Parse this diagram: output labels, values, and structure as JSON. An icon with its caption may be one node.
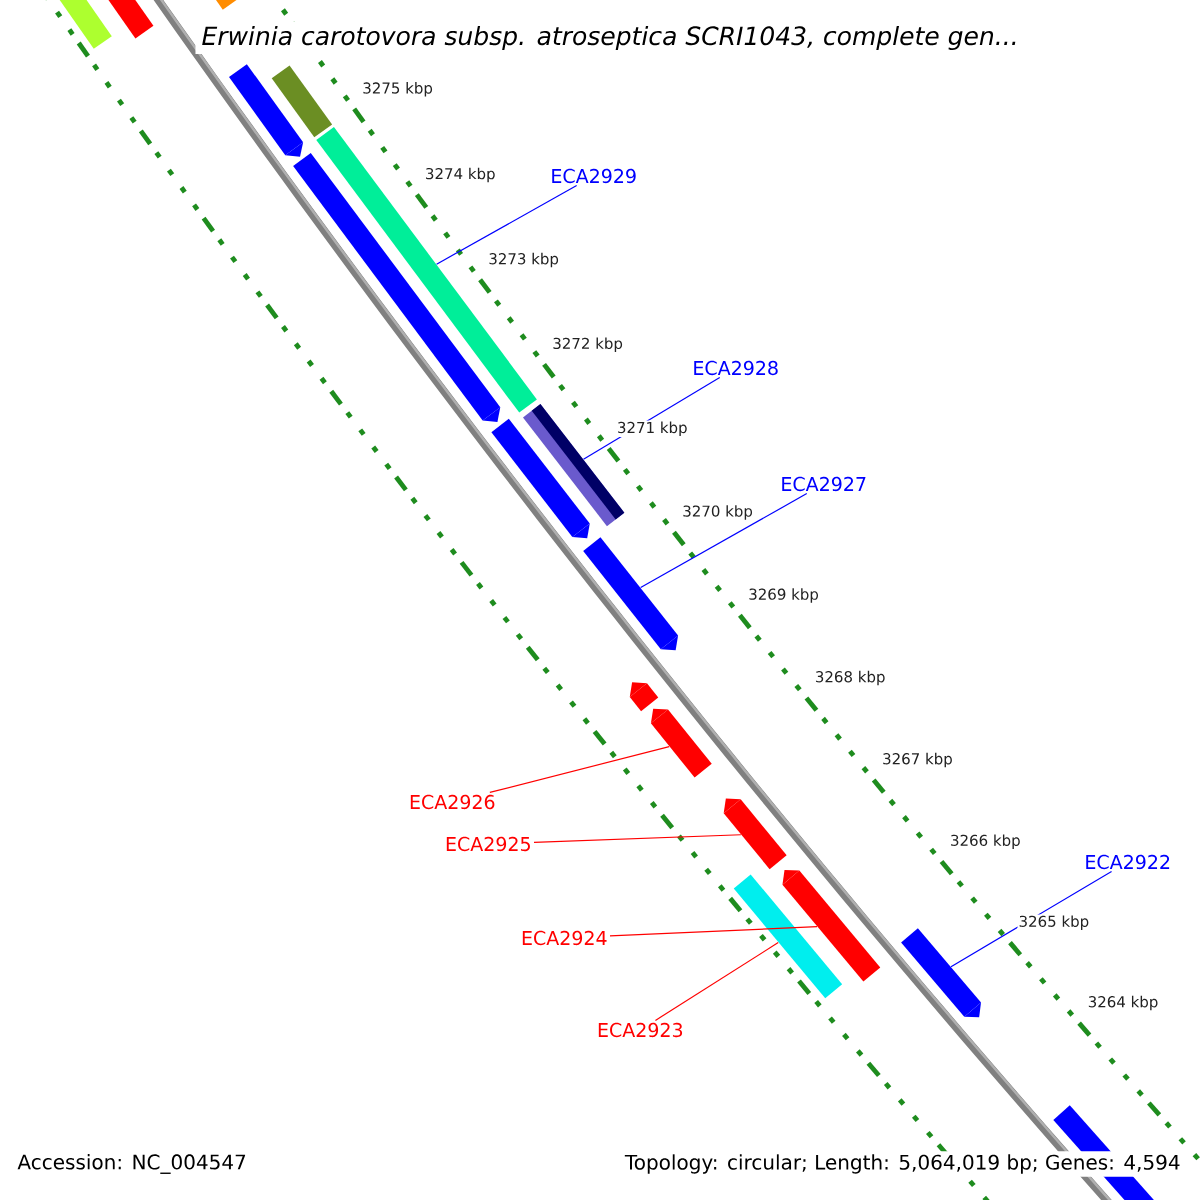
{
  "diagram": {
    "title": "Erwinia carotovora subsp. atroseptica SCRI1043, complete gen...",
    "nodes": [
      {
        "text": [
          "ECA2929"
        ]
      },
      {
        "text": [
          "ECA2928"
        ]
      },
      {
        "text": [
          "ECA2927"
        ]
      },
      {
        "text": [
          "ECA2926"
        ]
      },
      {
        "text": [
          "ECA2925"
        ]
      },
      {
        "text": [
          "ECA2922"
        ]
      },
      {
        "text": [
          "ECA2924"
        ]
      },
      {
        "text": [
          "ECA2923"
        ]
      },
      {
        "text": [],
        "shape": "bar"
      },
      {
        "text": [],
        "shape": "bar"
      },
      {
        "text": [],
        "shape": "bar"
      },
      {
        "text": [],
        "shape": "bar"
      },
      {
        "text": [],
        "shape": "bar"
      },
      {
        "text": [],
        "shape": "bar"
      },
      {
        "text": [],
        "shape": "bar"
      },
      {
        "text": [],
        "shape": "bar"
      },
      {
        "text": [],
        "shape": "bar"
      },
      {
        "text": [],
        "shape": "bar"
      },
      {
        "text": [],
        "shape": "bar"
      },
      {
        "text": [],
        "shape": "bar"
      },
      {
        "text": [],
        "shape": "bar"
      },
      {
        "text": [],
        "shape": "bar"
      },
      {
        "text": [],
        "shape": "bar"
      },
      {
        "text": [],
        "shape": "bar"
      },
      {
        "text": [],
        "shape": "bar"
      }
    ],
    "edges": [
      {
        "from": 0,
        "to": 13,
        "arrow": "none"
      },
      {
        "from": 1,
        "to": 15,
        "arrow": "none"
      },
      {
        "from": 2,
        "to": 17,
        "arrow": "none"
      },
      {
        "from": 3,
        "to": 19,
        "arrow": "none",
        "color": "#ff0000"
      },
      {
        "from": 4,
        "to": 20,
        "arrow": "none",
        "color": "#ff0000"
      },
      {
        "from": 5,
        "to": 23,
        "arrow": "none"
      },
      {
        "from": 6,
        "to": 21,
        "arrow": "none",
        "color": "#ff0000"
      },
      {
        "from": 7,
        "to": 22,
        "arrow": "none",
        "color": "#ff0000"
      }
    ],
    "labels": [
      "3275 kbp",
      "3274 kbp",
      "3273 kbp",
      "3272 kbp",
      "3271 kbp",
      "3270 kbp",
      "3269 kbp",
      "3268 kbp",
      "3267 kbp",
      "3266 kbp",
      "3265 kbp",
      "3264 kbp",
      "Accession: NC_004547",
      "Topology: circular; Length: 5,064,019 bp; Genes: 4,594"
    ]
  }
}
